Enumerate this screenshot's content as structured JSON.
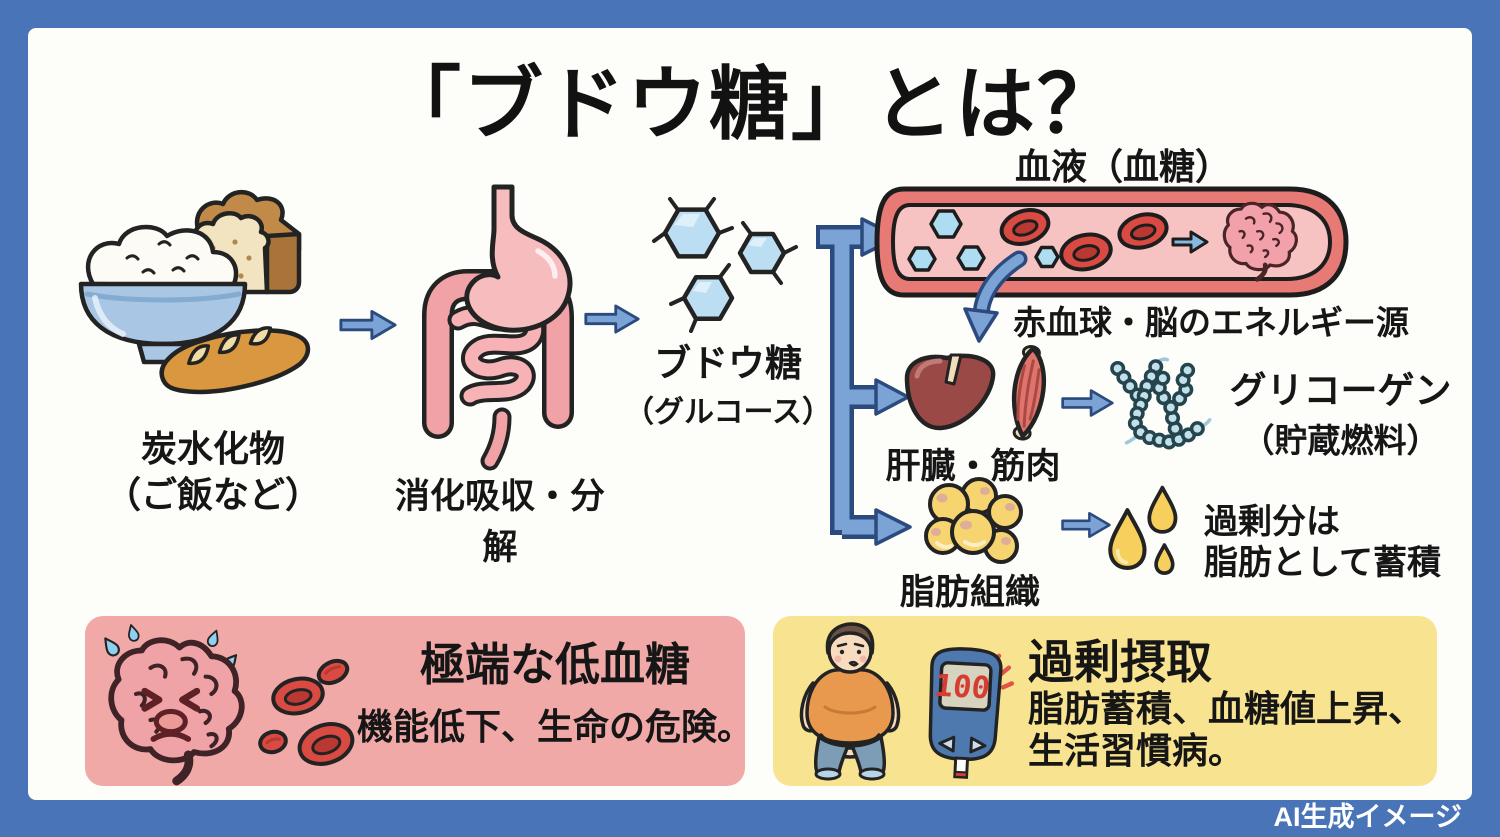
{
  "title": "「ブドウ糖」とは？",
  "watermark": "AI生成イメージ",
  "flow": {
    "carbs": {
      "line1": "炭水化物",
      "line2": "（ご飯など）"
    },
    "digestion": {
      "label": "消化吸収・分解"
    },
    "glucose": {
      "line1": "ブドウ糖",
      "line2": "（グルコース）"
    },
    "blood": {
      "label": "血液（血糖）",
      "energy_note": "赤血球・脳のエネルギー源"
    },
    "liver_muscle": {
      "label": "肝臓・筋肉",
      "glycogen_line1": "グリコーゲン",
      "glycogen_line2": "（貯蔵燃料）"
    },
    "adipose": {
      "label": "脂肪組織",
      "excess_line1": "過剰分は",
      "excess_line2": "脂肪として蓄積"
    }
  },
  "boxes": {
    "hypoglycemia": {
      "title": "極端な低血糖",
      "description": "機能低下、生命の危険。"
    },
    "overconsumption": {
      "title": "過剰摂取",
      "description_line1": "脂肪蓄積、血糖値上昇、",
      "description_line2": "生活習慣病。",
      "meter_reading": "100"
    }
  },
  "colors": {
    "frame_blue": "#4a74b8",
    "canvas_white": "#fdfdfa",
    "arrow_blue": "#7ba3d6",
    "arrow_outline": "#2b4a7d",
    "hypo_box_pink": "#f0a9a7",
    "over_box_yellow": "#f8e490",
    "glucose_hex_blue": "#bcdef2",
    "vessel_rim_red": "#e87a76",
    "vessel_inner_pink": "#f6c2c2",
    "red_blood_cell": "#d84a42",
    "liver_brown": "#9a4947",
    "fat_cell_yellow": "#f6d470",
    "droplet_yellow": "#f6cf5c",
    "meter_body_blue": "#4d79ae",
    "meter_digit_red": "#d63c30",
    "shirt_orange": "#e8994d",
    "pants_blue": "#7d9cb5"
  }
}
